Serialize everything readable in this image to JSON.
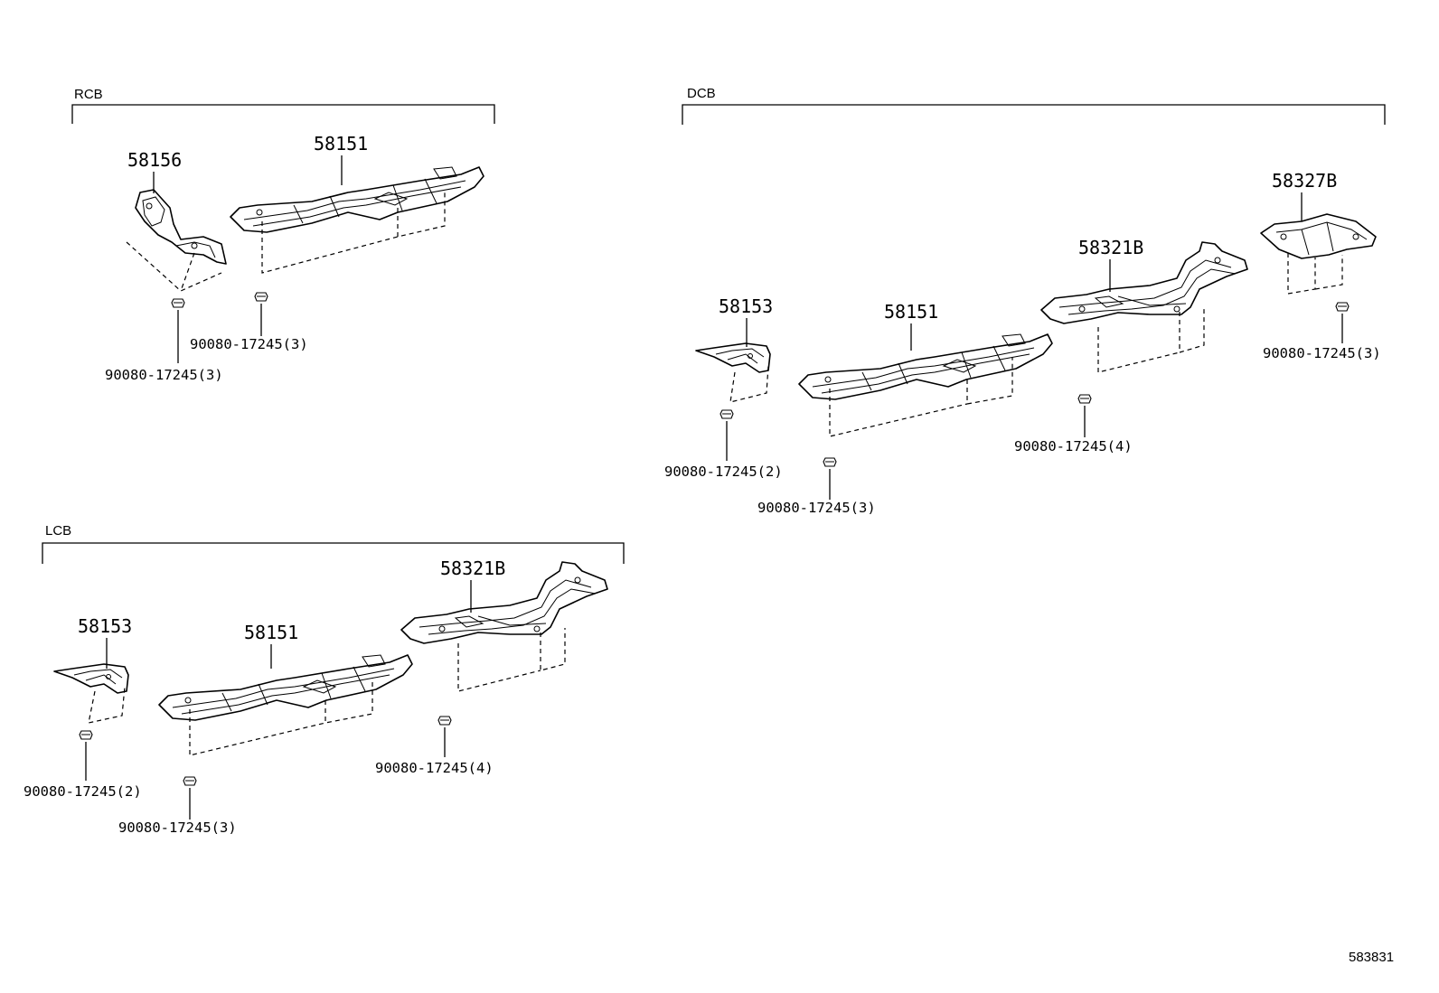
{
  "groups": {
    "rcb": "RCB",
    "dcb": "DCB",
    "lcb": "LCB"
  },
  "parts": {
    "rcb_58156": "58156",
    "rcb_58151": "58151",
    "rcb_fastener_a": "90080-17245(3)",
    "rcb_fastener_b": "90080-17245(3)",
    "dcb_58153": "58153",
    "dcb_58151": "58151",
    "dcb_58321b": "58321B",
    "dcb_58327b": "58327B",
    "dcb_fastener_a": "90080-17245(2)",
    "dcb_fastener_b": "90080-17245(3)",
    "dcb_fastener_c": "90080-17245(4)",
    "dcb_fastener_d": "90080-17245(3)",
    "lcb_58153": "58153",
    "lcb_58151": "58151",
    "lcb_58321b": "58321B",
    "lcb_fastener_a": "90080-17245(2)",
    "lcb_fastener_b": "90080-17245(3)",
    "lcb_fastener_c": "90080-17245(4)"
  },
  "reference_number": "583831"
}
